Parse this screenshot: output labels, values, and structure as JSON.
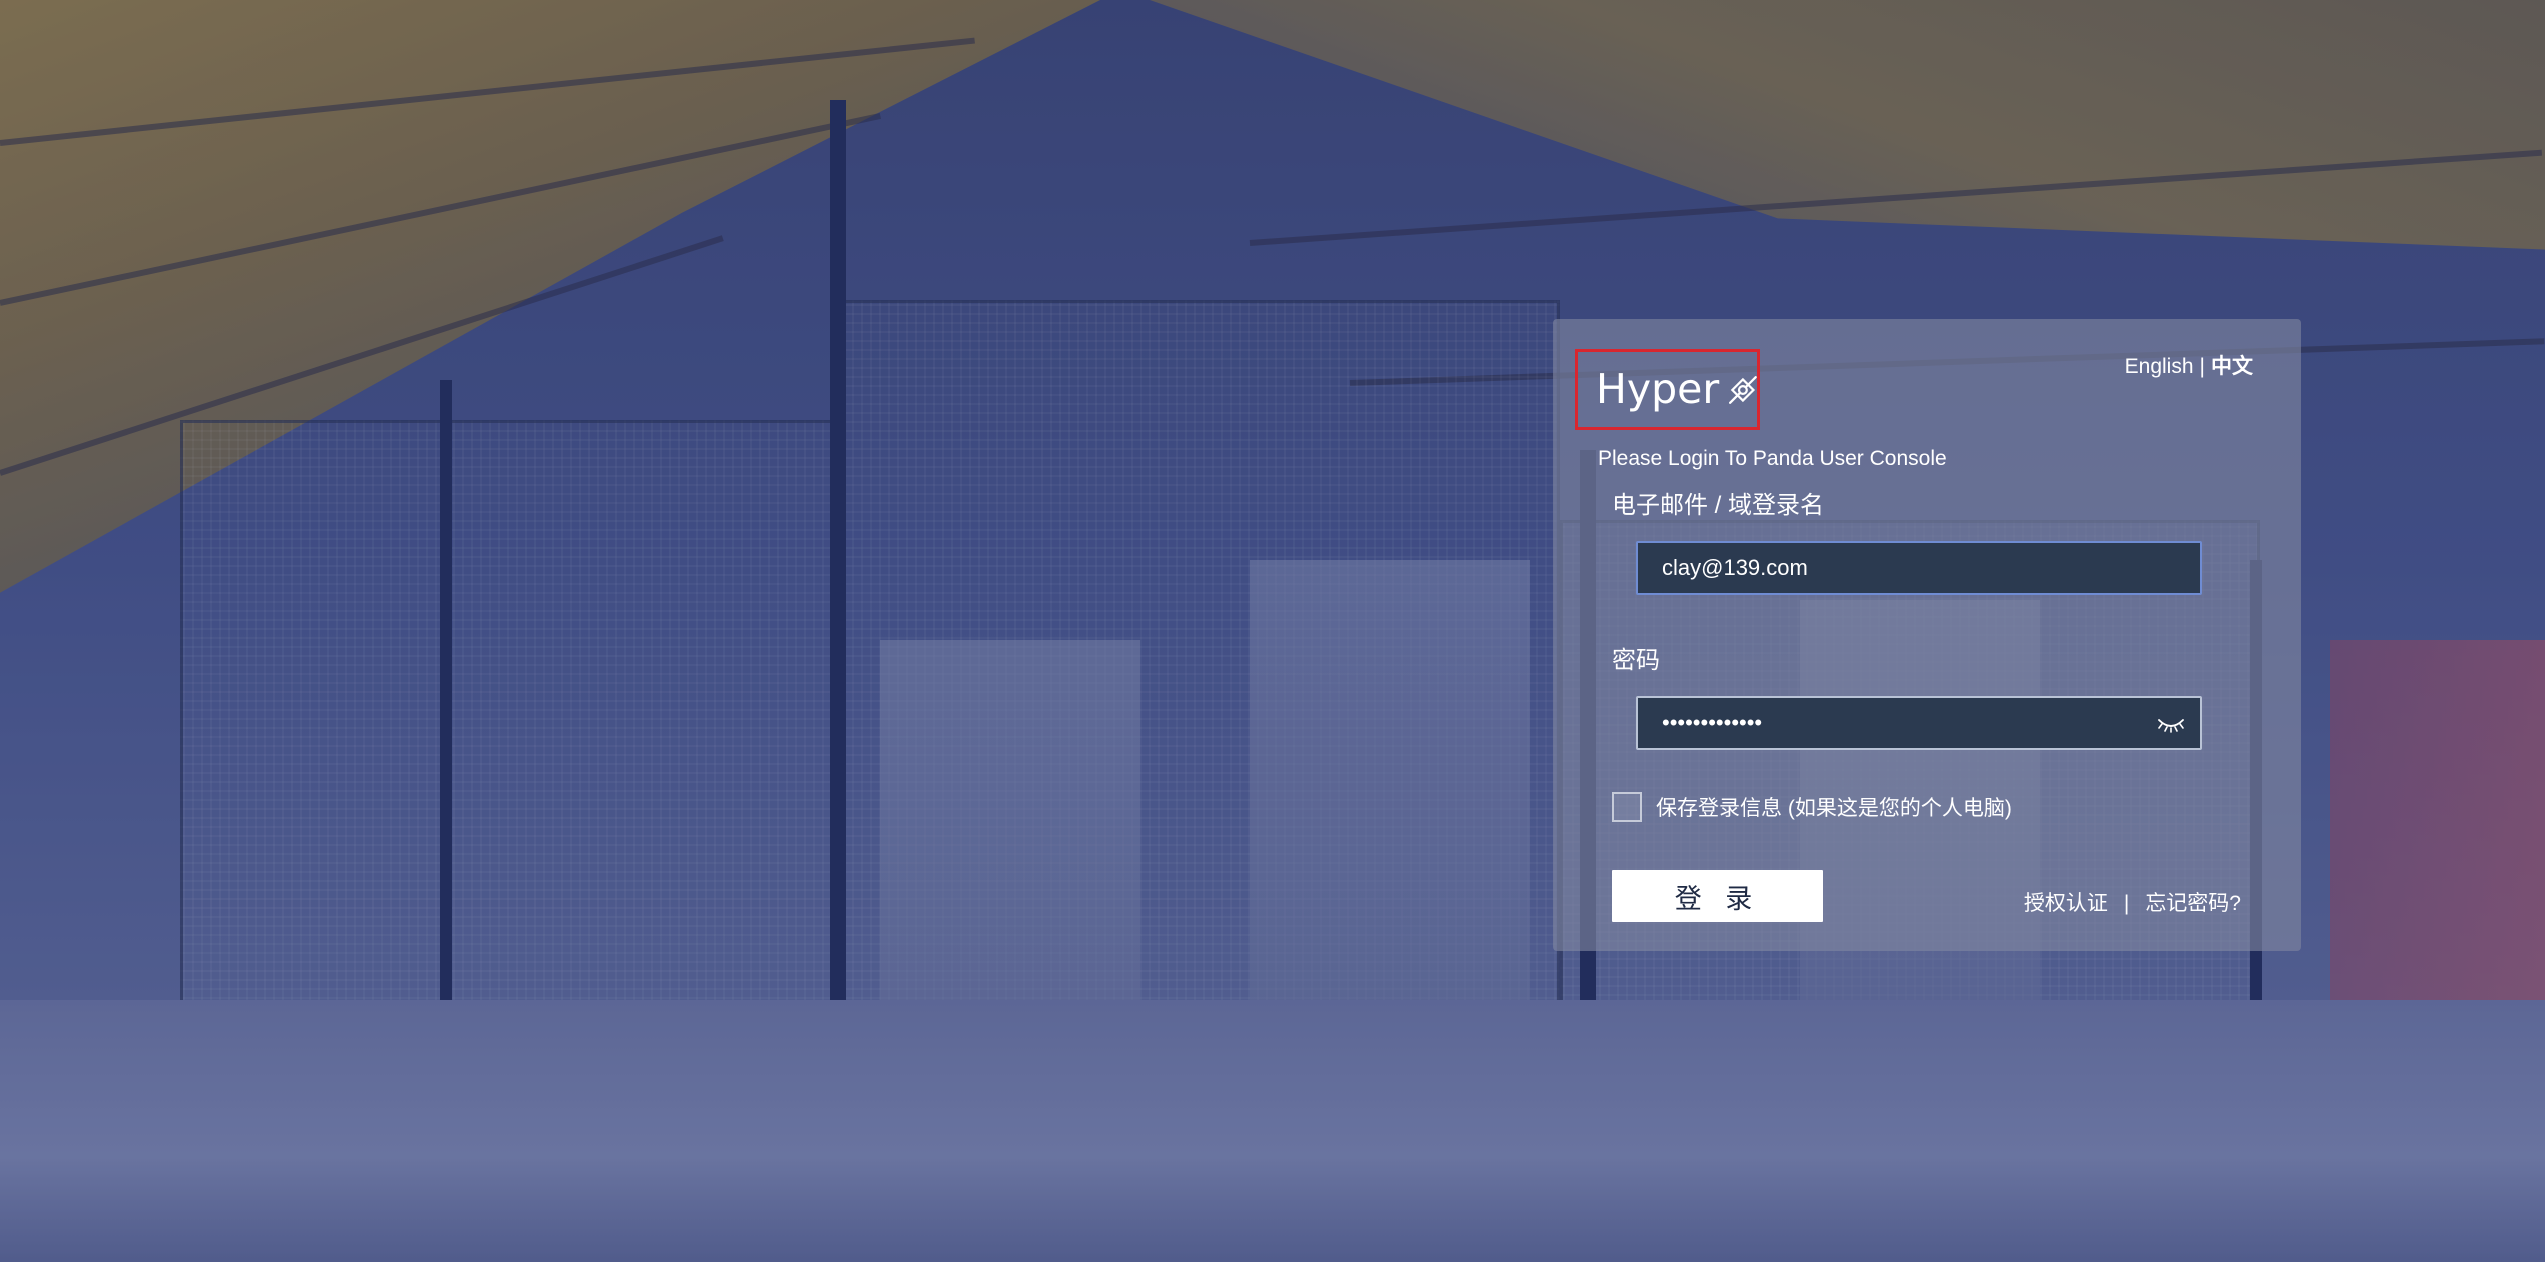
{
  "language_switch": {
    "english": "English",
    "separator": "|",
    "chinese": "中文",
    "active": "中文"
  },
  "logo": {
    "text": "Hyper",
    "icon": "hyper-logo-mark-icon"
  },
  "subtitle": "Please Login To Panda User Console",
  "email": {
    "label": "电子邮件 / 域登录名",
    "value": "clay@139.com"
  },
  "password": {
    "label": "密码",
    "masked_value": "•••••••••••••",
    "toggle_icon": "eye-closed-icon"
  },
  "remember": {
    "label": "保存登录信息 (如果这是您的个人电脑)",
    "checked": false
  },
  "login_button": "登 录",
  "links": {
    "auth": "授权认证",
    "separator": "|",
    "forgot": "忘记密码?"
  },
  "colors": {
    "logo_border": "#d9262f",
    "input_background": "#2b3a50",
    "input_focus_border": "#6f8cd3",
    "panel_background": "#80869f"
  }
}
